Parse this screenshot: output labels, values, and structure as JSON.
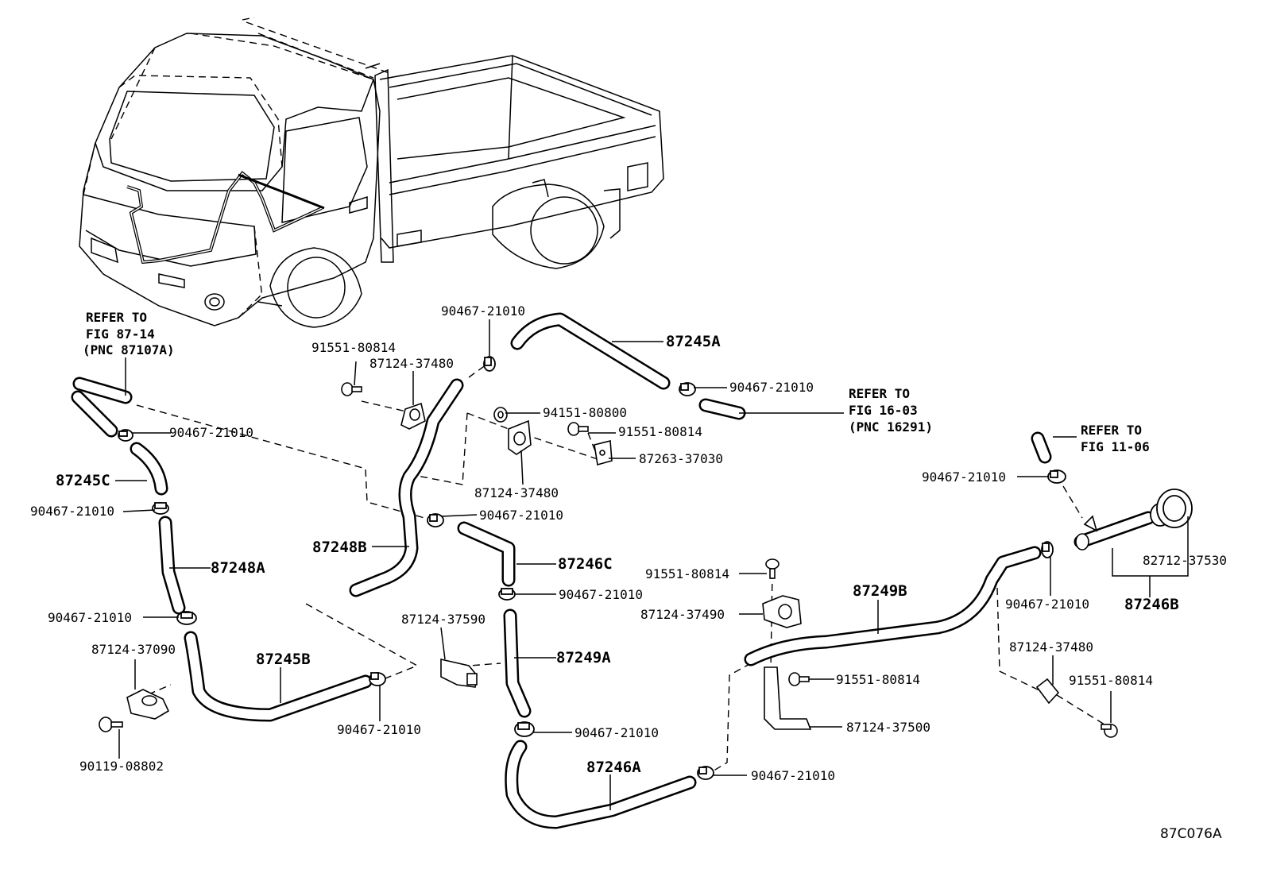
{
  "figure_code": "87C076A",
  "refer_notes": [
    {
      "id": "ref-87-14",
      "lines": [
        "REFER TO",
        "FIG 87-14",
        "(PNC 87107A)"
      ]
    },
    {
      "id": "ref-16-03",
      "lines": [
        "REFER TO",
        "FIG 16-03",
        "(PNC 16291)"
      ]
    },
    {
      "id": "ref-11-06",
      "lines": [
        "REFER TO",
        "FIG 11-06"
      ]
    }
  ],
  "parts": {
    "p87245A": "87245A",
    "p87245B": "87245B",
    "p87245C": "87245C",
    "p87246A": "87246A",
    "p87246B": "87246B",
    "p87246C": "87246C",
    "p87248A": "87248A",
    "p87248B": "87248B",
    "p87249A": "87249A",
    "p87249B": "87249B",
    "clamp": "90467-21010",
    "bolt_91551": "91551-80814",
    "bolt_90119": "90119-08802",
    "nut_94151": "94151-80800",
    "clip_37480": "87124-37480",
    "clip_37490": "87124-37490",
    "clip_37500": "87124-37500",
    "clip_37590": "87124-37590",
    "clip_37090": "87124-37090",
    "bracket_87263": "87263-37030",
    "valve_82712": "82712-37530"
  }
}
